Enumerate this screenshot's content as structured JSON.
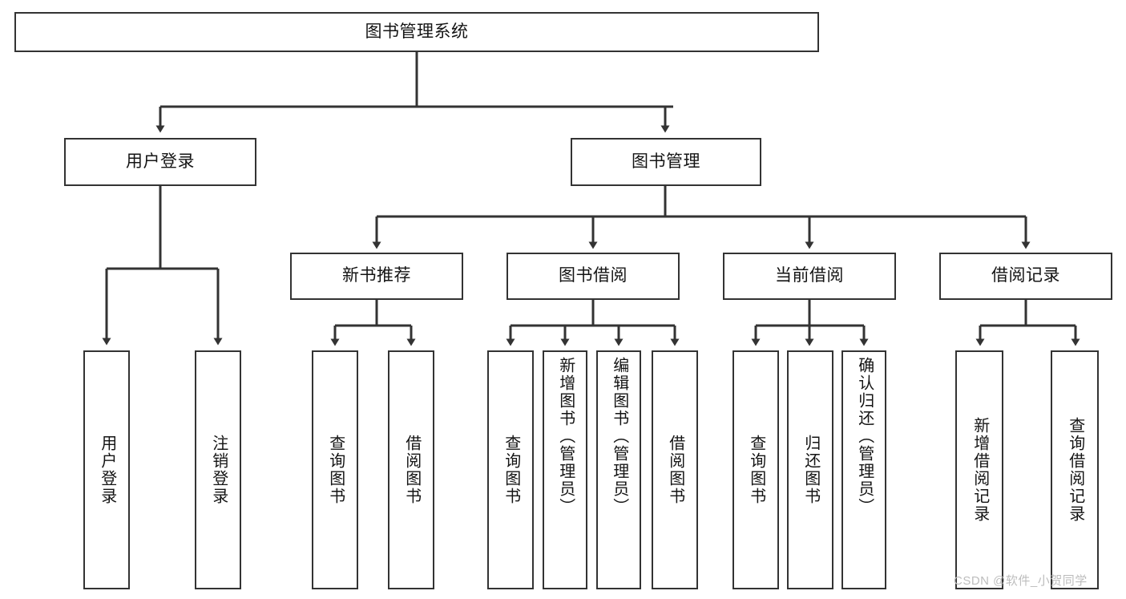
{
  "diagram": {
    "title": "图书管理系统",
    "type": "tree-hierarchy-diagram",
    "accent_color": "#333333",
    "background_color": "#ffffff",
    "root": {
      "label": "图书管理系统"
    },
    "level1": [
      {
        "label": "用户登录"
      },
      {
        "label": "图书管理"
      }
    ],
    "level2": [
      {
        "label": "新书推荐"
      },
      {
        "label": "图书借阅"
      },
      {
        "label": "当前借阅"
      },
      {
        "label": "借阅记录"
      }
    ],
    "leaves": {
      "user_login": [
        {
          "label": "用户登录"
        },
        {
          "label": "注销登录"
        }
      ],
      "new_book_recommend": [
        {
          "label": "查询图书"
        },
        {
          "label": "借阅图书"
        }
      ],
      "book_borrow": [
        {
          "label": "查询图书"
        },
        {
          "label": "新增图书（管理员）"
        },
        {
          "label": "编辑图书（管理员）"
        },
        {
          "label": "借阅图书"
        }
      ],
      "current_borrow": [
        {
          "label": "查询图书"
        },
        {
          "label": "归还图书"
        },
        {
          "label": "确认归还（管理员）"
        }
      ],
      "borrow_record": [
        {
          "label": "新增借阅记录"
        },
        {
          "label": "查询借阅记录"
        }
      ]
    }
  },
  "watermark": {
    "text": "CSDN @软件_小贺同学"
  }
}
